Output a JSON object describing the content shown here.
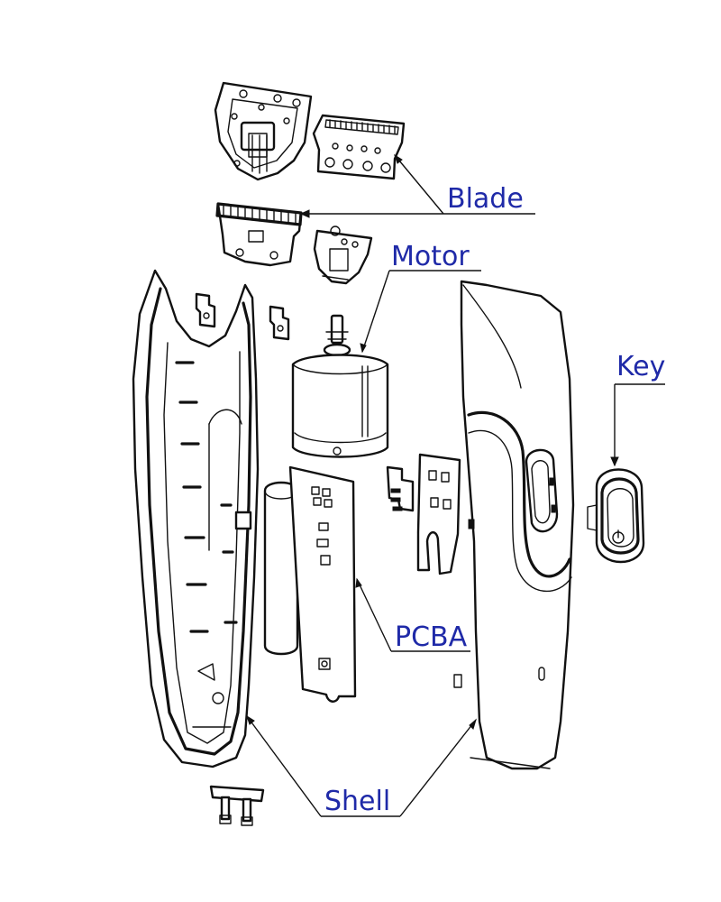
{
  "labels": {
    "blade": "Blade",
    "motor": "Motor",
    "key": "Key",
    "pcba": "PCBA",
    "shell": "Shell"
  },
  "colors": {
    "label_text": "#1f2aa8",
    "line": "#111111",
    "background": "#ffffff"
  }
}
